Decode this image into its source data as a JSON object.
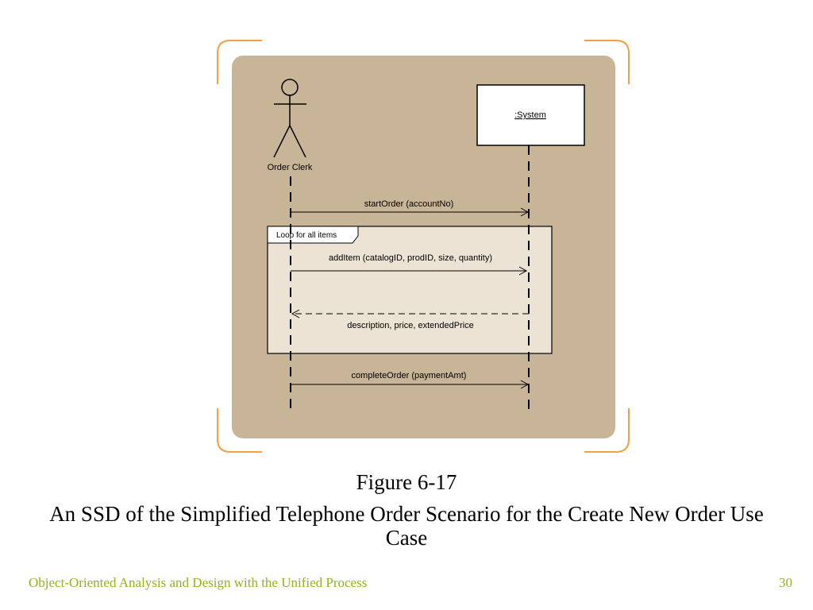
{
  "diagram": {
    "actor_label": "Order Clerk",
    "system_label": ":System",
    "loop_label": "Loop for all items",
    "messages": [
      {
        "label": "startOrder (accountNo)",
        "kind": "call"
      },
      {
        "label": "addItem (catalogID, prodID, size, quantity)",
        "kind": "call"
      },
      {
        "label": "description, price, extendedPrice",
        "kind": "return"
      },
      {
        "label": "completeOrder (paymentAmt)",
        "kind": "call"
      }
    ],
    "colors": {
      "panel": "#c8b597",
      "loop_fill": "#ede3d4",
      "bracket": "#f0a040",
      "line": "#000000"
    }
  },
  "caption": {
    "figure_number": "Figure 6-17",
    "title": "An SSD of the Simplified Telephone Order Scenario for the Create New Order Use Case"
  },
  "footer": {
    "course": "Object-Oriented Analysis and Design with the Unified Process",
    "page_number": "30",
    "color": "#8fb51a"
  }
}
